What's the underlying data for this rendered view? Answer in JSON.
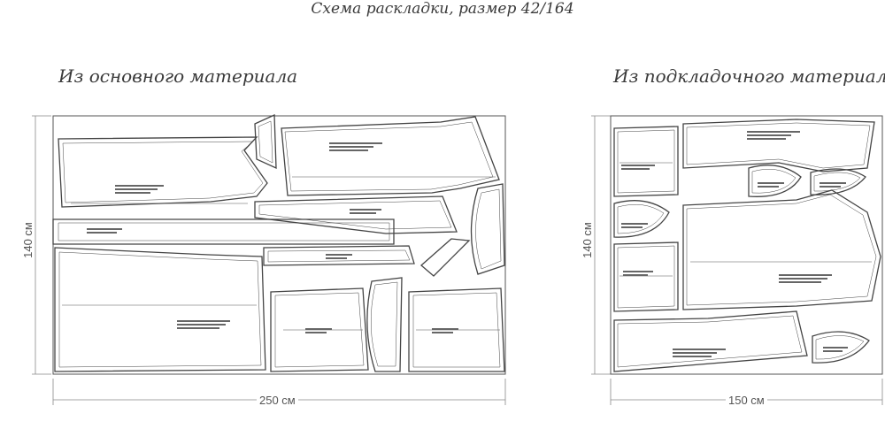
{
  "page": {
    "title": "Схема раскладки, размер 42/164"
  },
  "main_fabric": {
    "heading": "Из основного материала",
    "width_label": "250 см",
    "height_label": "140 см"
  },
  "lining_fabric": {
    "heading": "Из подкладочного материала",
    "width_label": "150 см",
    "height_label": "140 см"
  },
  "colors": {
    "outline": "#444444",
    "dimension": "#888888"
  }
}
